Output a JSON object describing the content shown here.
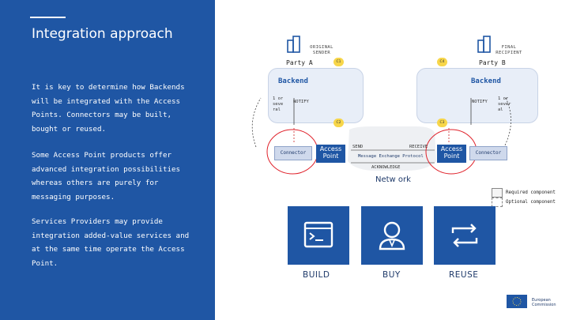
{
  "title": "Integration approach",
  "paragraphs": [
    [
      "It is key to determine how Backends",
      "will be integrated with the Access",
      "Points. Connectors may be built,",
      "bought or reused."
    ],
    [
      "Some Access Point products offer",
      "advanced integration possibilities",
      "whereas others are purely for",
      "messaging purposes."
    ],
    [
      "Services Providers may provide",
      "integration added-value services and",
      "at the same time operate the Access",
      "Point."
    ]
  ],
  "diagram": {
    "original_sender": "ORIGINAL SENDER",
    "final_recipient": "FINAL RECIPIENT",
    "party_a": "Party A",
    "party_b": "Party B",
    "backend": "Backend",
    "notify": "NOTIFY",
    "one_or_several": "1 or seve ral",
    "one_or_several_b": "1 or sever al",
    "connector": "Connector",
    "access_point": "Access Point",
    "send": "SEND",
    "receive": "RECEIVE",
    "protocol": "Message Exchange Protocol",
    "acknowledge": "ACKNOWLEDGE",
    "network": "Netw ork",
    "badge_c1": "C1",
    "badge_c4": "C4",
    "badge_c2": "C2",
    "badge_c3": "C3"
  },
  "legend": {
    "required": "Required component",
    "optional": "Optional component"
  },
  "icons": [
    {
      "name": "terminal-icon",
      "label": "BUILD"
    },
    {
      "name": "user-icon",
      "label": "BUY"
    },
    {
      "name": "repeat-icon",
      "label": "REUSE"
    }
  ],
  "footer": {
    "org_line1": "European",
    "org_line2": "Commission"
  },
  "colors": {
    "primary": "#1f56a4",
    "badge": "#f7d64a",
    "highlight": "#e0212a"
  }
}
